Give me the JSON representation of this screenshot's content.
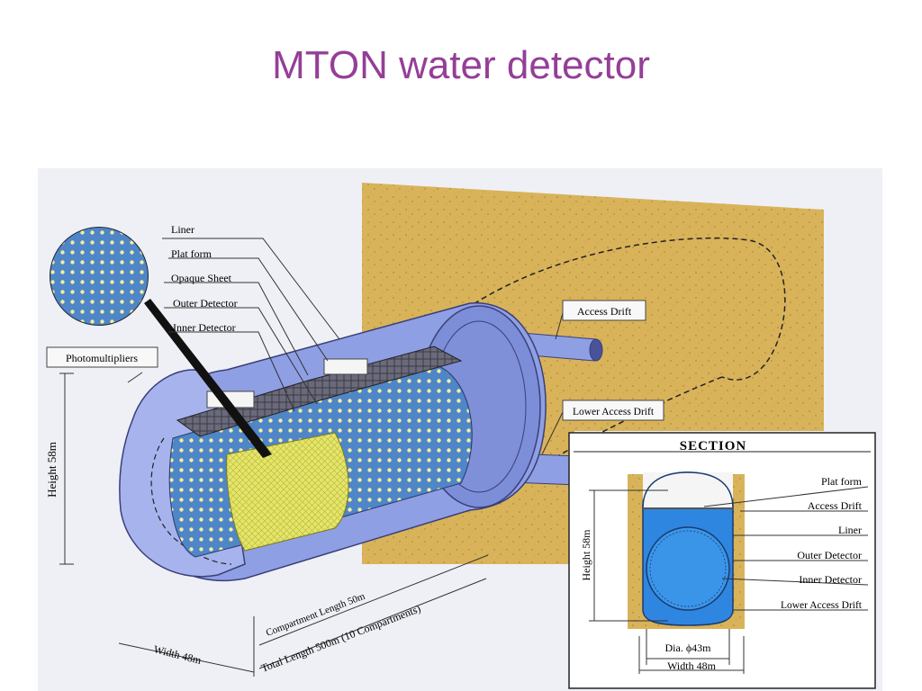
{
  "slide": {
    "title": "MTON water detector"
  },
  "labels": {
    "liner": "Liner",
    "platform": "Plat form",
    "opaque_sheet": "Opaque Sheet",
    "outer_detector": "Outer Detector",
    "inner_detector": "Inner Detector",
    "photomultipliers": "Photomultipliers",
    "access_drift": "Access Drift",
    "lower_access_drift": "Lower Access Drift",
    "height": "Height 58m",
    "compartment_length": "Compartment Length 50m",
    "total_length": "Total Length 500m (10 Compartments)",
    "width": "Width 48m"
  },
  "section": {
    "title": "SECTION",
    "platform": "Plat form",
    "access_drift": "Access Drift",
    "liner": "Liner",
    "outer_detector": "Outer Detector",
    "inner_detector": "Inner Detector",
    "lower_access_drift": "Lower Access Drift",
    "height": "Height 58m",
    "diameter": "Dia. ϕ43m",
    "width": "Width 48m"
  },
  "colors": {
    "title": "#943f97",
    "rock": "#d9b35a",
    "tank": "#8f9fe3",
    "water": "#2f86e0",
    "inner_detector": "#e4e66a"
  }
}
